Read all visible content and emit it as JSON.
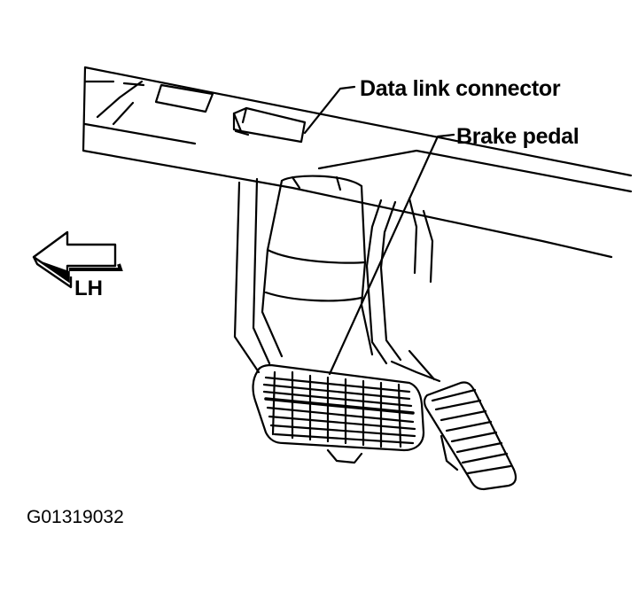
{
  "labels": {
    "data_link_connector": "Data link connector",
    "brake_pedal": "Brake pedal",
    "direction": "LH"
  },
  "figure_id": "G01319032",
  "icons": {
    "direction_arrow": "arrow-left-icon"
  }
}
